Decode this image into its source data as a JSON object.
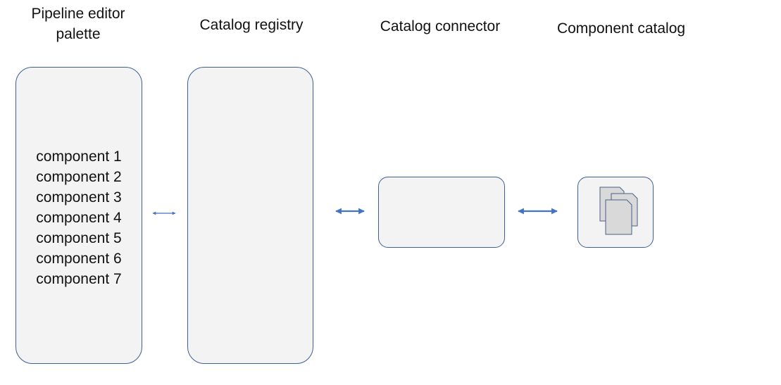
{
  "headings": {
    "palette_line1": "Pipeline editor",
    "palette_line2": "palette",
    "registry": "Catalog registry",
    "connector": "Catalog connector",
    "catalog": "Component catalog"
  },
  "palette": {
    "components": [
      "component 1",
      "component 2",
      "component 3",
      "component 4",
      "component 5",
      "component 6",
      "component 7"
    ]
  },
  "colors": {
    "box_border": "#3e5f94",
    "box_fill": "#f3f3f3",
    "arrow": "#4472c4",
    "document_fill": "#d9d9d9",
    "document_border": "#4a5f86"
  },
  "icons": {
    "catalog_icon": "documents-icon"
  }
}
